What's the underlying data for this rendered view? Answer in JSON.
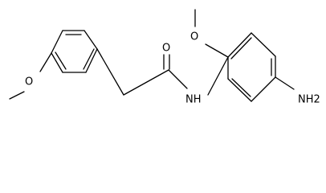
{
  "molecule": {
    "atoms": {
      "carbonyl_oxygen": "O",
      "amide_nitrogen": "NH",
      "left_methoxy_oxygen": "O",
      "right_methoxy_oxygen": "O",
      "amine": "NH2"
    }
  }
}
